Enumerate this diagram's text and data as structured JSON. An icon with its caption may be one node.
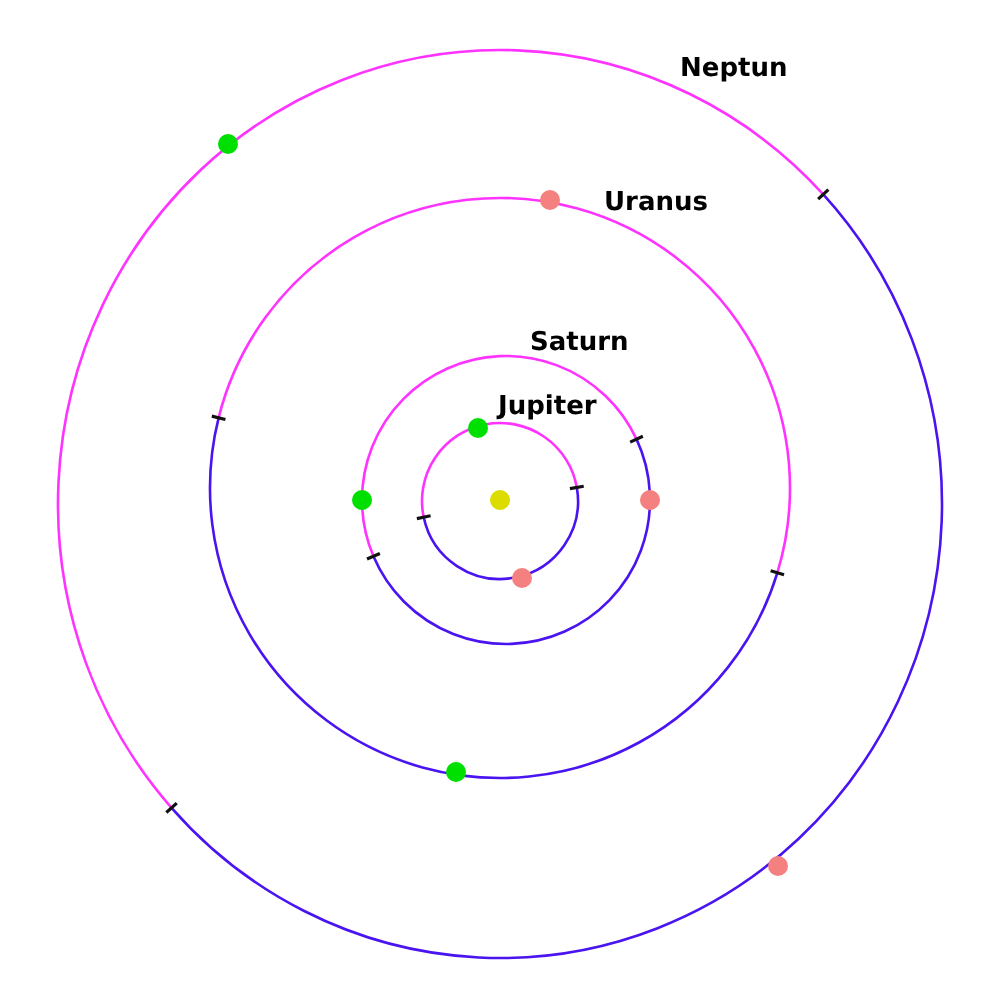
{
  "diagram": {
    "labels": [
      "Neptun",
      "Uranus",
      "Saturn",
      "Jupiter"
    ]
  }
}
